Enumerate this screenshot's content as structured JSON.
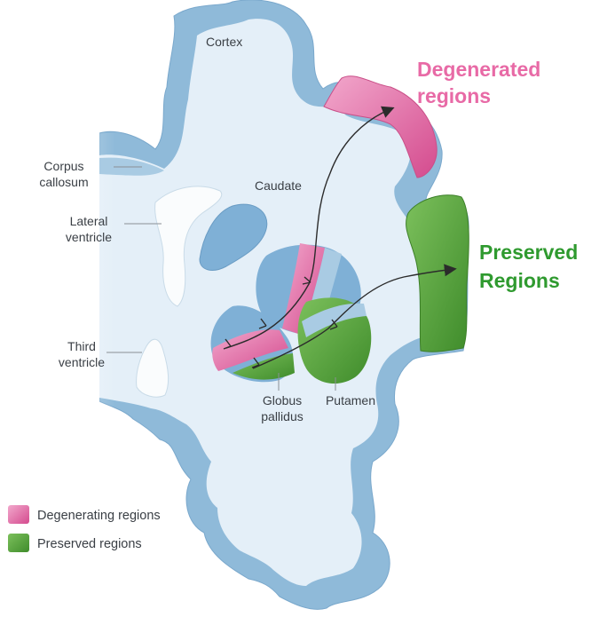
{
  "labels": {
    "cortex": "Cortex",
    "corpus": [
      "Corpus",
      "callosum"
    ],
    "caudate": "Caudate",
    "lateral": [
      "Lateral",
      "ventricle"
    ],
    "third": [
      "Third",
      "ventricle"
    ],
    "globus": [
      "Globus",
      "pallidus"
    ],
    "putamen": "Putamen"
  },
  "callouts": {
    "degenerated": [
      "Degenerated",
      "regions"
    ],
    "preserved": [
      "Preserved",
      "Regions"
    ]
  },
  "legend": {
    "items": [
      {
        "label": "Degenerating regions",
        "color": "#e06aa3"
      },
      {
        "label": "Preserved regions",
        "color": "#5aa43e"
      }
    ]
  },
  "colors": {
    "tissue_light": "#e4eff8",
    "tissue_dark": "#8fbad9",
    "pink": "#e06aa3",
    "green": "#5aa43e",
    "ventricle": "#fafcfd"
  }
}
